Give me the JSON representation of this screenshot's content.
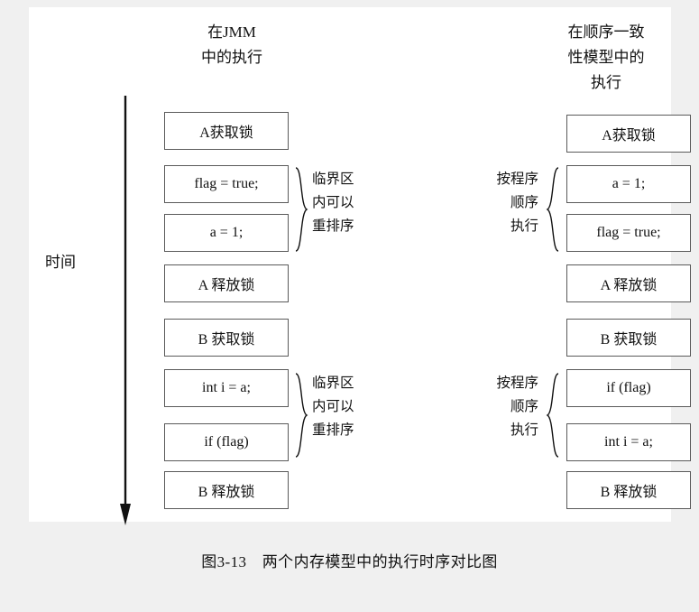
{
  "figure": {
    "caption": "图3-13　两个内存模型中的执行时序对比图"
  },
  "axis": {
    "time_label": "时间",
    "arrow_icon": "down-arrow-icon"
  },
  "columns": [
    {
      "id": "jmm",
      "header_lines": [
        "在JMM",
        "中的执行"
      ],
      "boxes": [
        "A获取锁",
        "flag = true;",
        "a = 1;",
        "A 释放锁",
        "B 获取锁",
        "int i = a;",
        "if (flag)",
        "B 释放锁"
      ],
      "annotations": [
        {
          "id": "reorder-1",
          "lines": [
            "临界区",
            "内可以",
            "重排序"
          ],
          "side": "right",
          "brace": "right-brace-icon"
        },
        {
          "id": "reorder-2",
          "lines": [
            "临界区",
            "内可以",
            "重排序"
          ],
          "side": "right",
          "brace": "right-brace-icon"
        }
      ]
    },
    {
      "id": "sequential-consistency",
      "header_lines": [
        "在顺序一致",
        "性模型中的",
        "执行"
      ],
      "boxes": [
        "A获取锁",
        "a = 1;",
        "flag = true;",
        "A 释放锁",
        "B 获取锁",
        "if (flag)",
        "int i = a;",
        "B 释放锁"
      ],
      "annotations": [
        {
          "id": "program-order-1",
          "lines": [
            "按程序",
            "顺序",
            "执行"
          ],
          "side": "left",
          "brace": "left-brace-icon"
        },
        {
          "id": "program-order-2",
          "lines": [
            "按程序",
            "顺序",
            "执行"
          ],
          "side": "left",
          "brace": "left-brace-icon"
        }
      ]
    }
  ],
  "colors": {
    "page_background": "#f0f0f0",
    "canvas": "#ffffff",
    "box_border": "#5a5a5a",
    "text": "#111111"
  }
}
